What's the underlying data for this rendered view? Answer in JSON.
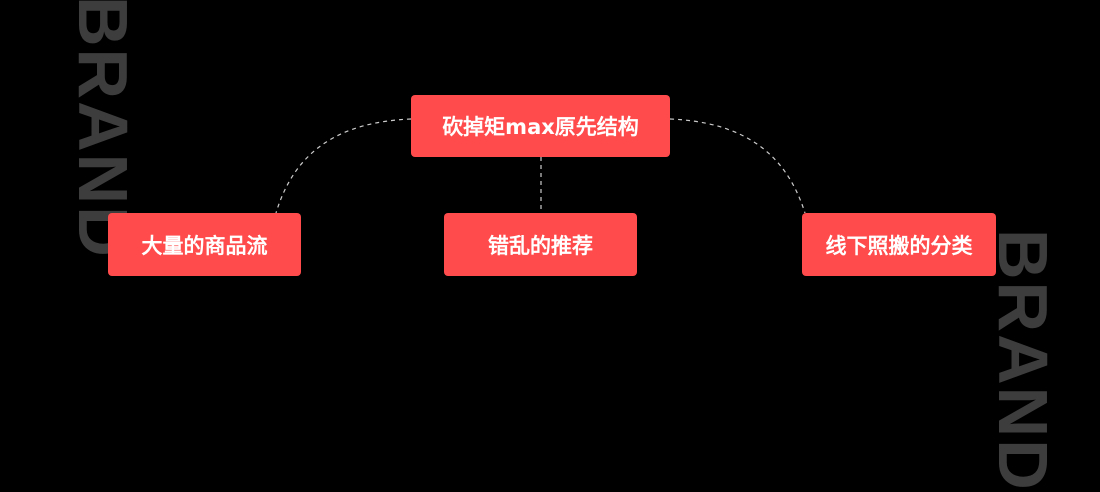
{
  "watermark": {
    "left": "BRAND",
    "right": "BRAND"
  },
  "colors": {
    "node_fill": "#ff4b4b",
    "background": "#000000",
    "watermark": "#3d3d3d",
    "link": "#cccccc"
  },
  "root": {
    "label": "砍掉矩max原先结构"
  },
  "children": [
    {
      "label": "大量的商品流"
    },
    {
      "label": "错乱的推荐"
    },
    {
      "label": "线下照搬的分类"
    }
  ]
}
